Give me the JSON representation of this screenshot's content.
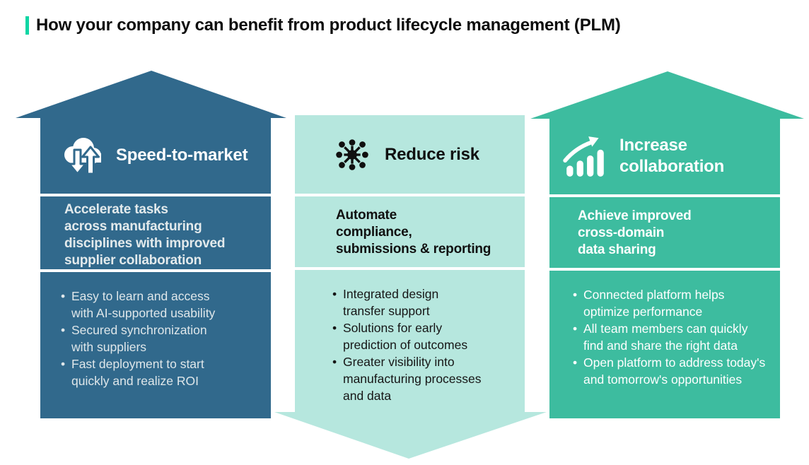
{
  "page": {
    "title": "How your company can benefit from product lifecycle management (PLM)",
    "accent_color": "#0FD6A4"
  },
  "ui": {
    "bullet_glyph": "•"
  },
  "colors": {
    "column1_bg": "#31698C",
    "column2_bg": "#B6E7DE",
    "column3_bg": "#3DBC9F",
    "separator": "#FFFFFF"
  },
  "columns": [
    {
      "icon": "cloud-sync-arrows-icon",
      "arrow_direction": "up",
      "title": "Speed-to-market",
      "subtitle": "Accelerate tasks\nacross manufacturing\ndisciplines with improved\nsupplier collaboration",
      "bullets": [
        "Easy to learn and access\nwith AI-supported usability",
        "Secured synchronization\nwith suppliers",
        "Fast deployment to start\nquickly and realize ROI"
      ]
    },
    {
      "icon": "hub-network-icon",
      "arrow_direction": "down",
      "title": "Reduce risk",
      "subtitle": "Automate\ncompliance,\nsubmissions & reporting",
      "bullets": [
        "Integrated design\ntransfer support",
        "Solutions for early\nprediction of outcomes",
        "Greater visibility into\nmanufacturing processes\nand data"
      ]
    },
    {
      "icon": "growth-chart-arrow-icon",
      "arrow_direction": "up",
      "title": "Increase\ncollaboration",
      "subtitle": "Achieve improved\ncross-domain\ndata sharing",
      "bullets": [
        "Connected platform helps\noptimize performance",
        "All team members can quickly\nfind and share the right data",
        "Open platform to address today's\nand tomorrow's opportunities"
      ]
    }
  ]
}
